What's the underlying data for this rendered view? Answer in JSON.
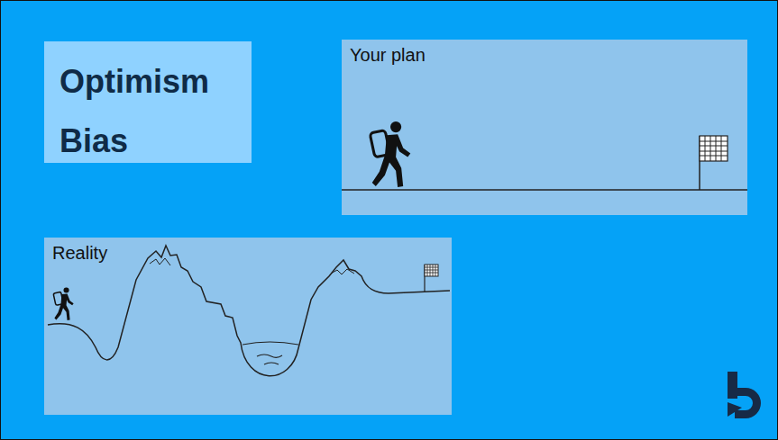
{
  "diagram": {
    "title": "Optimism Bias",
    "nodes": [
      {
        "text": [
          "Your plan"
        ]
      },
      {
        "text": [
          "Reality"
        ]
      }
    ]
  }
}
